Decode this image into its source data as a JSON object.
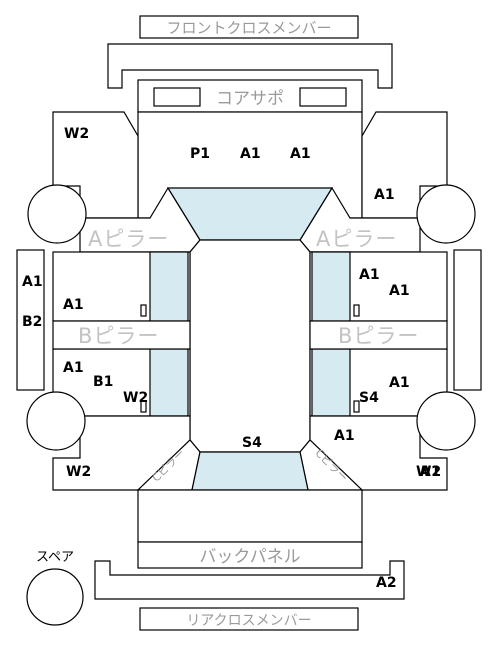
{
  "labels": {
    "front_cross_member": "フロントクロスメンバー",
    "core_support": "コアサポ",
    "a_pillar_left": "Aピラー",
    "a_pillar_right": "Aピラー",
    "b_pillar_left": "Bピラー",
    "b_pillar_right": "Bピラー",
    "back_panel": "バックパネル",
    "rear_cross_member": "リアクロスメンバー",
    "spare": "スペア",
    "c_pillar_left": "Cピラー",
    "c_pillar_right": "Cピラー"
  },
  "codes": {
    "front_left_w2": "W2",
    "front_p1": "P1",
    "front_a1_left": "A1",
    "front_a1_right": "A1",
    "front_right_a1": "A1",
    "left_panel_a1": "A1",
    "left_panel_b2": "B2",
    "left_front_door_a1": "A1",
    "right_front_door_a1_top": "A1",
    "right_front_door_a1": "A1",
    "left_rear_door_a1": "A1",
    "left_rear_door_b1": "B1",
    "left_rear_door_w2": "W2",
    "right_rear_door_a1": "A1",
    "right_rear_door_s4": "S4",
    "roof_s4": "S4",
    "right_rear_a1": "A1",
    "rear_left_w2": "W2",
    "rear_right_w2": "W2",
    "rear_right_a1": "A1",
    "trunk_a2": "A2"
  },
  "colors": {
    "glass": "#d5eaf1",
    "outline": "#000000",
    "label_grey": "#9a9a9a",
    "pillar_grey": "#c3c3c3"
  }
}
